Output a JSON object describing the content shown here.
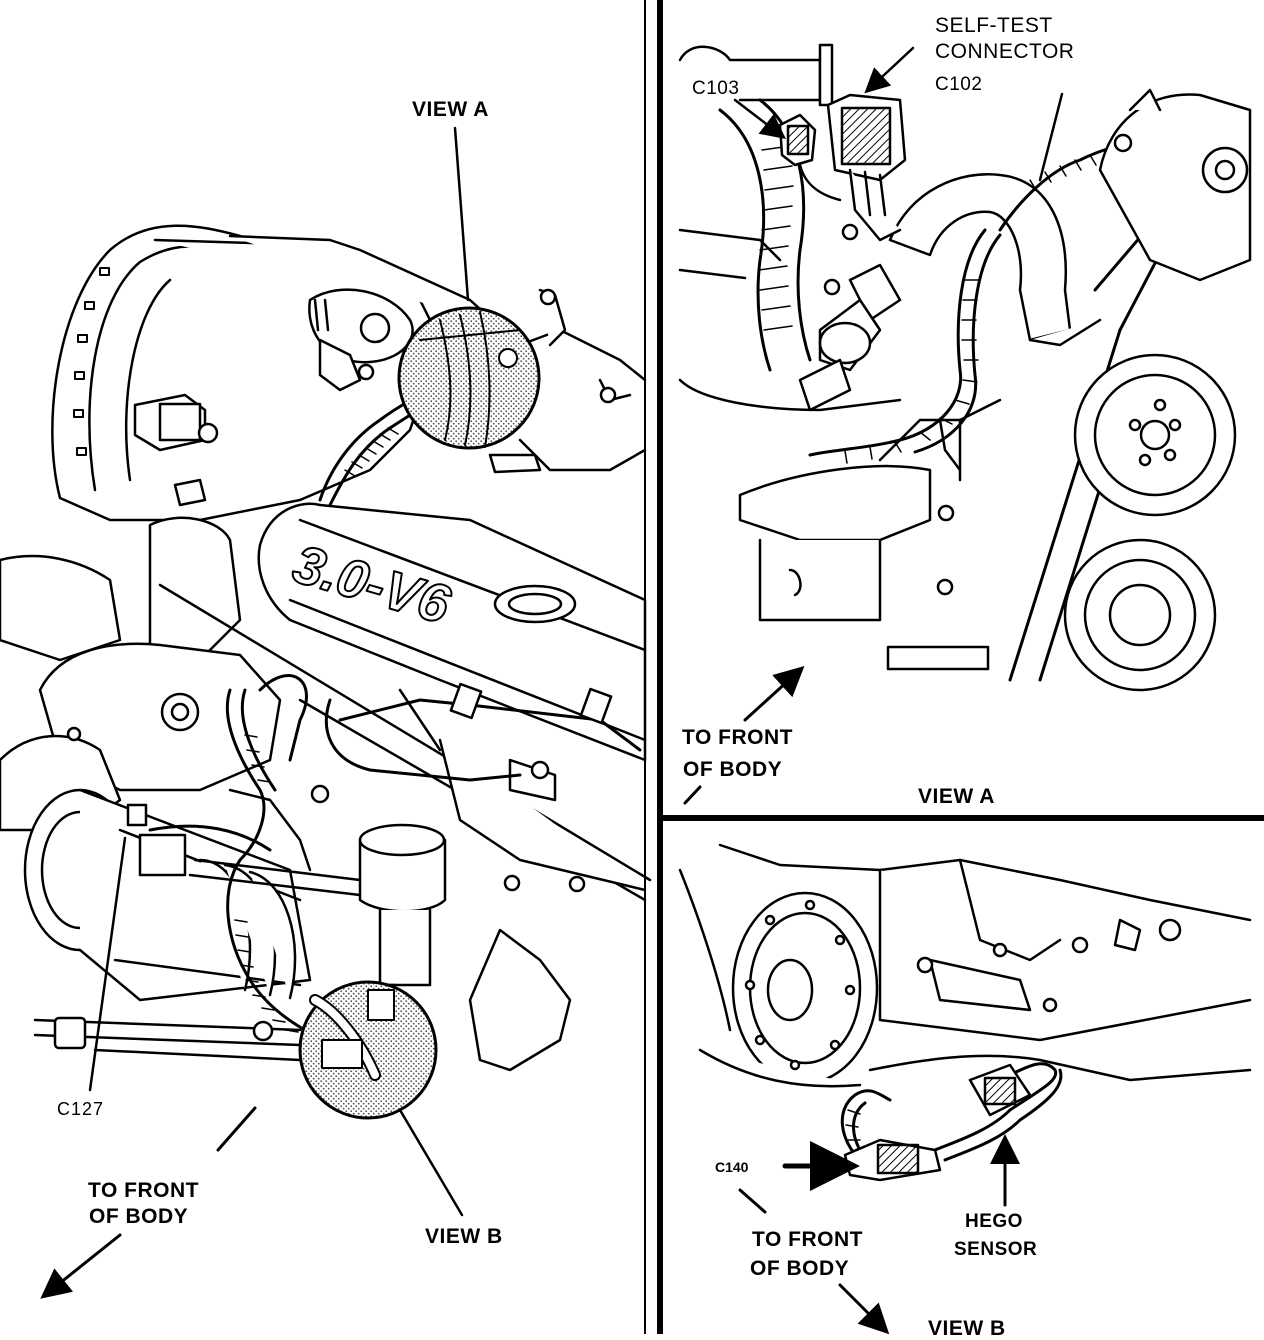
{
  "main_view": {
    "view_a_label": "VIEW A",
    "view_b_label": "VIEW B",
    "connector_label": "C127",
    "direction_line1": "TO FRONT",
    "direction_line2": "OF BODY",
    "engine_badge": "3.0-V6"
  },
  "view_a_panel": {
    "self_test_line1": "SELF-TEST",
    "self_test_line2": "CONNECTOR",
    "connector_c102": "C102",
    "connector_c103": "C103",
    "direction_line1": "TO FRONT",
    "direction_line2": "OF BODY",
    "caption": "VIEW A"
  },
  "view_b_panel": {
    "connector_c140": "C140",
    "hego_line1": "HEGO",
    "hego_line2": "SENSOR",
    "direction_line1": "TO FRONT",
    "direction_line2": "OF BODY",
    "caption": "VIEW B"
  }
}
